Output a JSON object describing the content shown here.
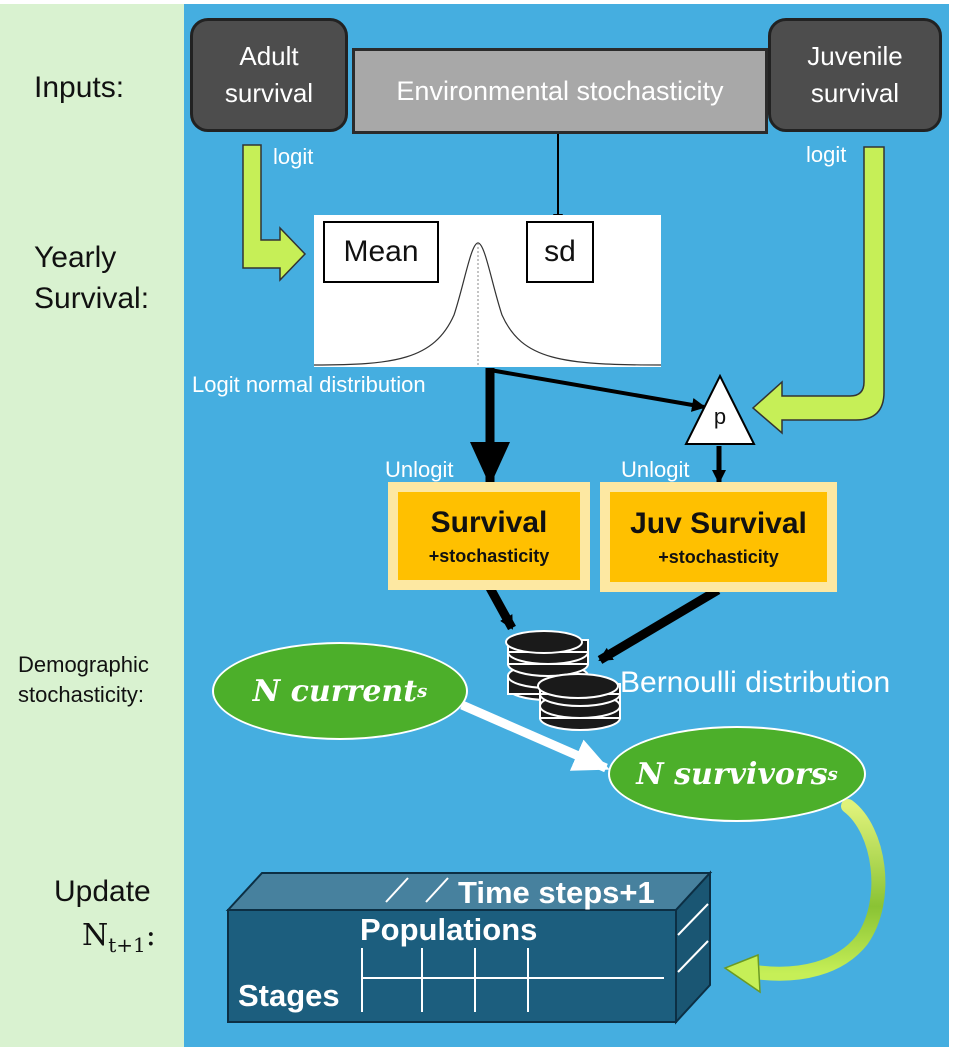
{
  "left": {
    "inputs": "Inputs:",
    "yearly_line1": "Yearly",
    "yearly_line2": "Survival:",
    "demo_line1": "Demographic",
    "demo_line2": "stochasticity:",
    "update_line1": "Update",
    "update_line2_base": "N",
    "update_line2_sub": "t+1",
    "update_line2_colon": ":"
  },
  "inputs": {
    "adult_line1": "Adult",
    "adult_line2": "survival",
    "env": "Environmental stochasticity",
    "juvenile_line1": "Juvenile",
    "juvenile_line2": "survival"
  },
  "labels": {
    "logit_left": "logit",
    "logit_right": "logit",
    "mean": "Mean",
    "sd": "sd",
    "logit_normal": "Logit normal distribution",
    "p": "p",
    "unlogit_left": "Unlogit",
    "unlogit_right": "Unlogit",
    "bernoulli": "Bernoulli distribution"
  },
  "survival": {
    "title": "Survival",
    "sub": "+stochasticity"
  },
  "juv_survival": {
    "title": "Juv Survival",
    "sub": "+stochasticity"
  },
  "ellipses": {
    "current_base": "N current",
    "current_sub": "s",
    "survivors_base": "N survivors",
    "survivors_sub": "s"
  },
  "cube": {
    "time_steps": "Time steps+1",
    "populations": "Populations",
    "stages": "Stages"
  },
  "colors": {
    "left_panel": "#d9f2d0",
    "main_panel": "#45aee0",
    "dark_box": "#4d4d4d",
    "gray_box": "#a8a8a8",
    "arrow_green": "#c6ef57",
    "gold": "#ffc000",
    "ellipse_green": "#4caf2a",
    "cube_front": "#1c5e7e"
  },
  "icons": {
    "coins": "stacked-coins-icon"
  }
}
